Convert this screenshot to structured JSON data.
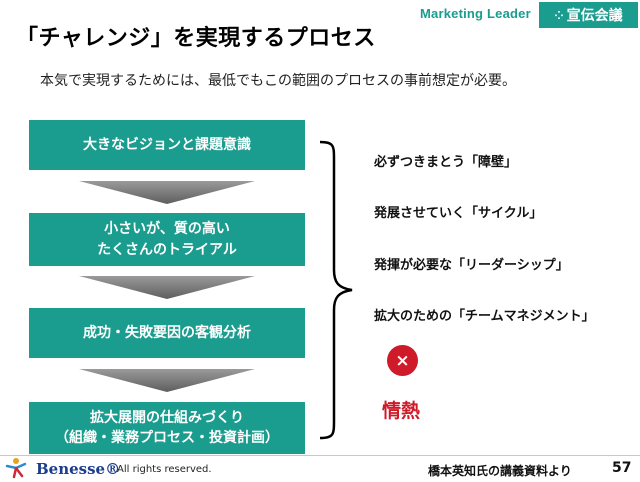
{
  "header": {
    "brand": "Marketing Leader",
    "badge_dots": "⁘",
    "badge_text": "宣伝会議"
  },
  "title": "「チャレンジ」を実現するプロセス",
  "subtitle": "本気で実現するためには、最低でもこの範囲のプロセスの事前想定が必要。",
  "steps": [
    {
      "line1": "大きなビジョンと課題意識",
      "line2": ""
    },
    {
      "line1": "小さいが、質の高い",
      "line2": "たくさんのトライアル"
    },
    {
      "line1": "成功・失敗要因の客観分析",
      "line2": ""
    },
    {
      "line1": "拡大展開の仕組みづくり",
      "line2": "（組織・業務プロセス・投資計画）"
    }
  ],
  "items": [
    "必ずつきまとう「障壁」",
    "発展させていく「サイクル」",
    "発揮が必要な「リーダーシップ」",
    "拡大のための「チームマネジメント」"
  ],
  "cross_symbol": "×",
  "passion": "情熱",
  "footer": {
    "logo": "Benesse®",
    "copyright": "All rights reserved.",
    "source": "橋本英知氏の講義資料より",
    "page_number": "57"
  },
  "colors": {
    "accent": "#1a9c8e",
    "arrow": "#777777",
    "highlight": "#cf1a2a",
    "logo": "#1b3c8c"
  },
  "icons": {
    "badge": "dotted-circle-icon",
    "logo_figure": "benesse-person-icon",
    "cross": "cross-circle-icon"
  }
}
